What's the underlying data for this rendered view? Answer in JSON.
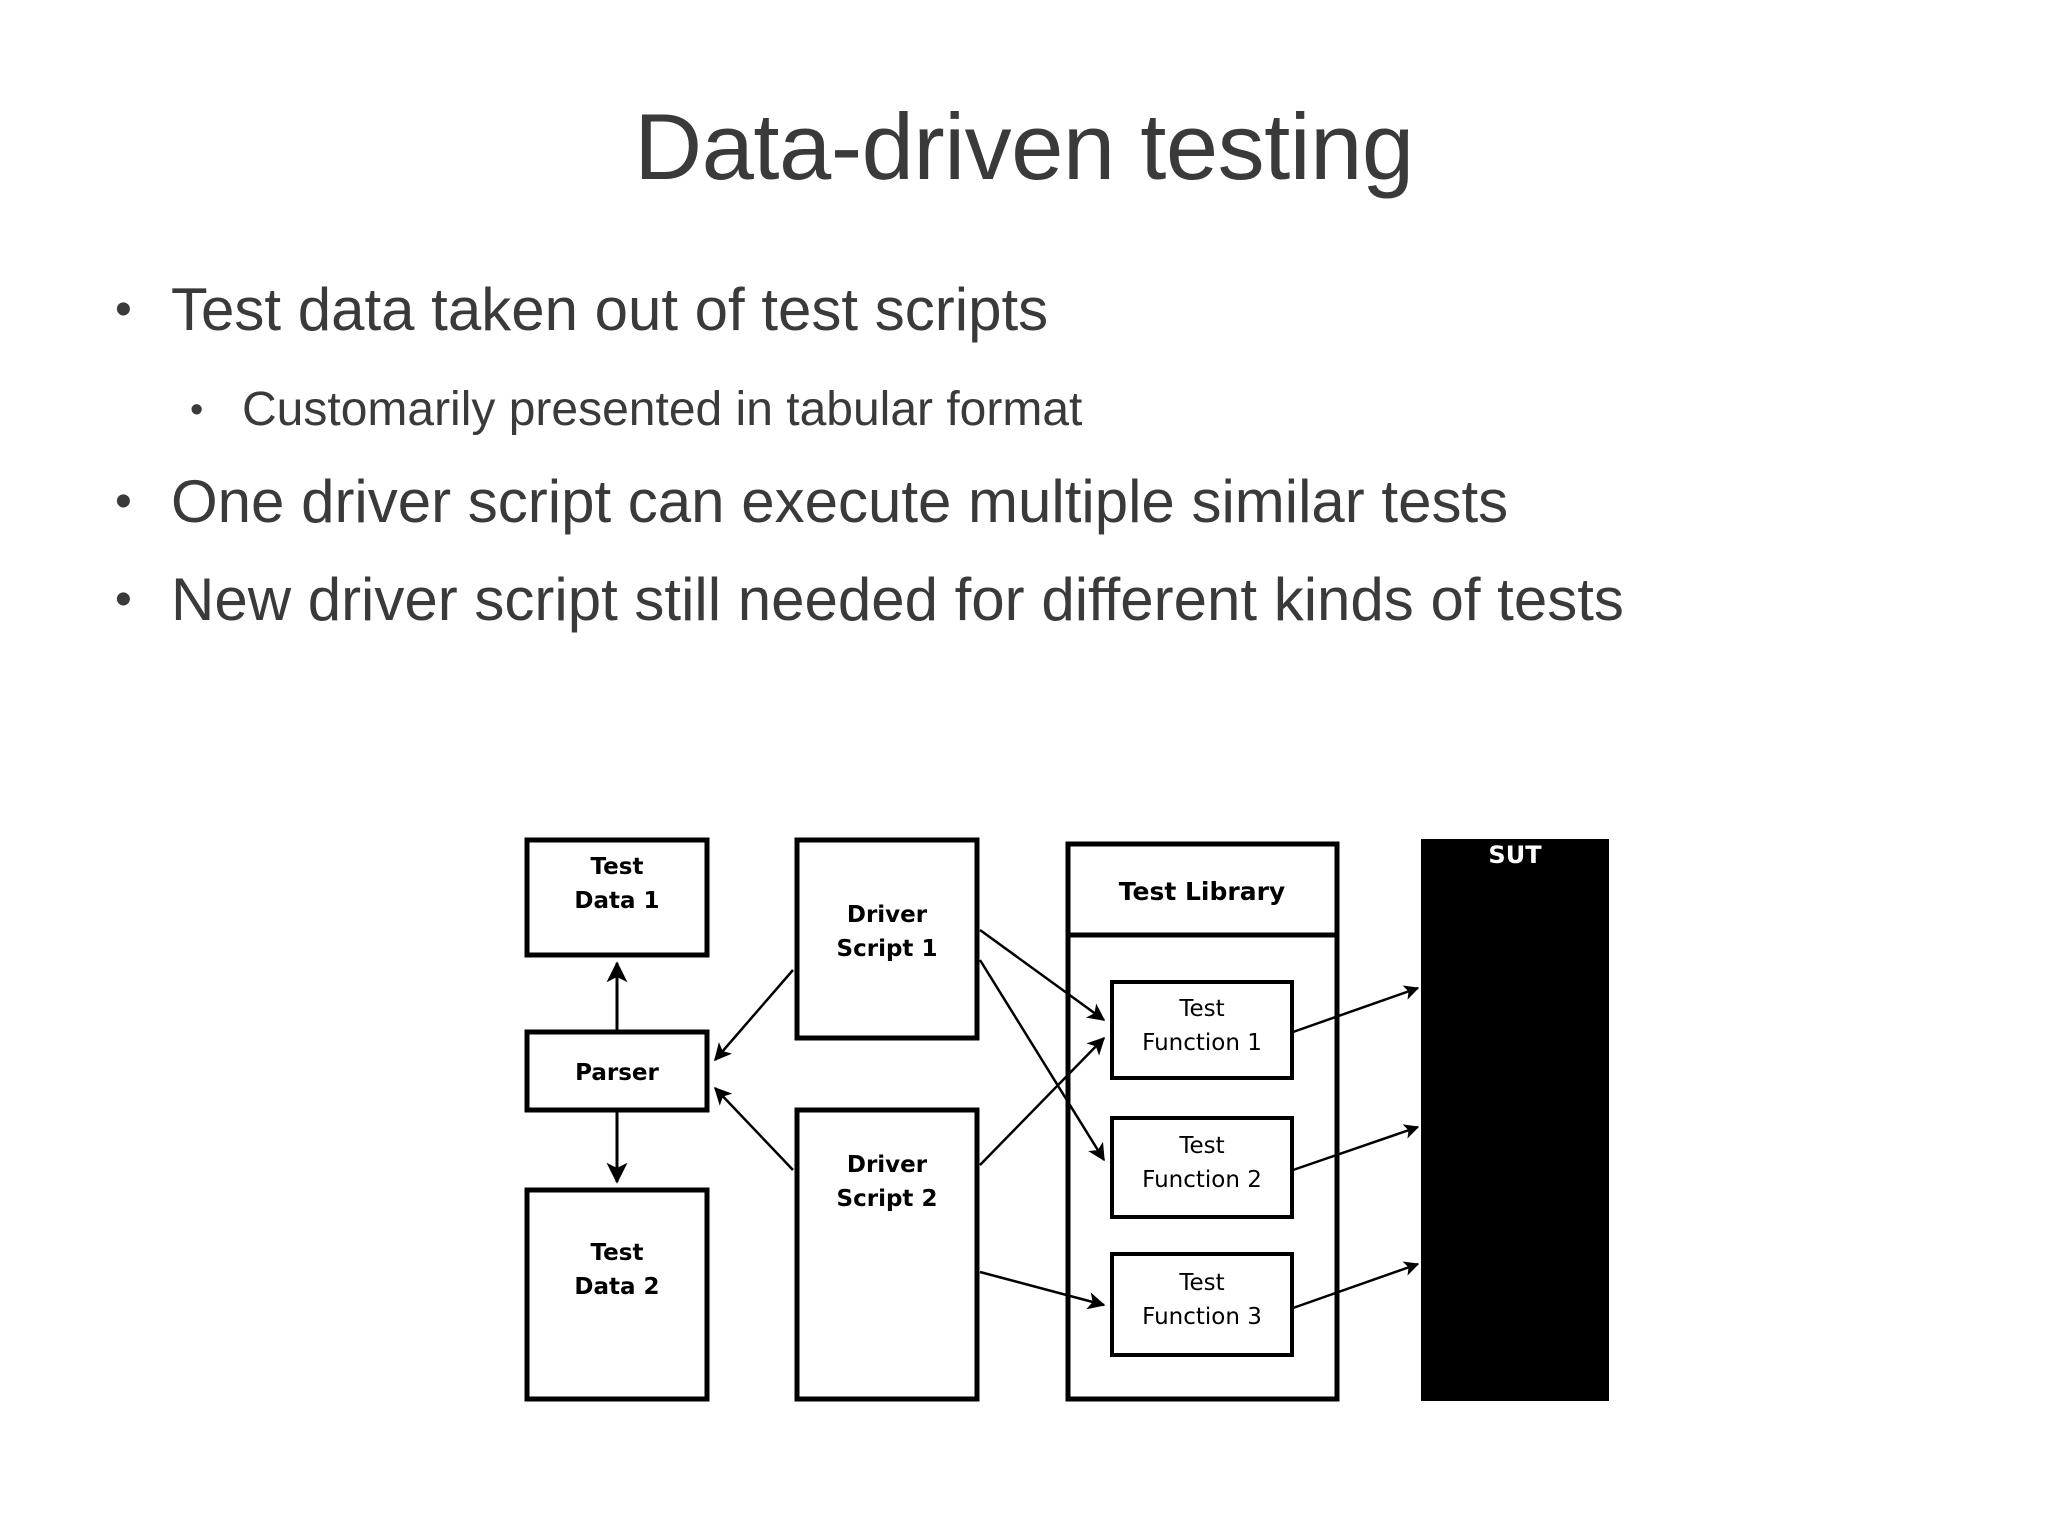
{
  "slide": {
    "title": "Data-driven testing",
    "bullets": [
      {
        "level": 1,
        "marker": "•",
        "text": "Test data taken out of test scripts"
      },
      {
        "level": 2,
        "marker": "•",
        "text": "Customarily presented in tabular format"
      },
      {
        "level": 1,
        "marker": "•",
        "text": "One driver script can execute multiple similar tests"
      },
      {
        "level": 1,
        "marker": "•",
        "text": "New driver script still needed for different kinds of tests"
      }
    ]
  },
  "diagram": {
    "title": "data-driven-testing-architecture",
    "nodes": {
      "test_data_1_line1": "Test",
      "test_data_1_line2": "Data 1",
      "parser": "Parser",
      "test_data_2_line1": "Test",
      "test_data_2_line2": "Data 2",
      "driver_script_1_line1": "Driver",
      "driver_script_1_line2": "Script 1",
      "driver_script_2_line1": "Driver",
      "driver_script_2_line2": "Script 2",
      "test_library": "Test Library",
      "test_function_1_line1": "Test",
      "test_function_1_line2": "Function 1",
      "test_function_2_line1": "Test",
      "test_function_2_line2": "Function 2",
      "test_function_3_line1": "Test",
      "test_function_3_line2": "Function 3",
      "sut": "SUT"
    }
  },
  "colors": {
    "text": "#3a3a3a",
    "diagram_stroke": "#000000",
    "sut_fill": "#000000",
    "sut_text": "#ffffff",
    "background": "#ffffff"
  }
}
